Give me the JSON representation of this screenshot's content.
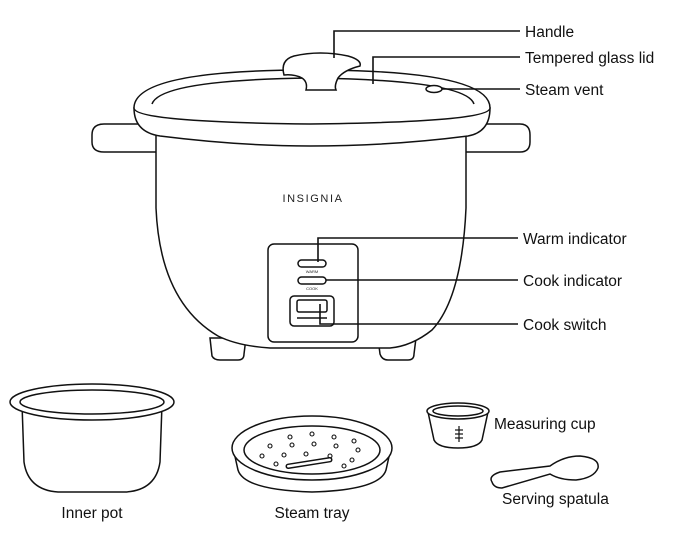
{
  "brand": "INSIGNIA",
  "panel": {
    "warm": "WARM",
    "cook": "COOK"
  },
  "labels": {
    "handle": "Handle",
    "lid": "Tempered glass lid",
    "vent": "Steam vent",
    "warm_indicator": "Warm indicator",
    "cook_indicator": "Cook indicator",
    "cook_switch": "Cook switch",
    "inner_pot": "Inner pot",
    "steam_tray": "Steam tray",
    "measuring_cup": "Measuring cup",
    "serving_spatula": "Serving spatula"
  }
}
